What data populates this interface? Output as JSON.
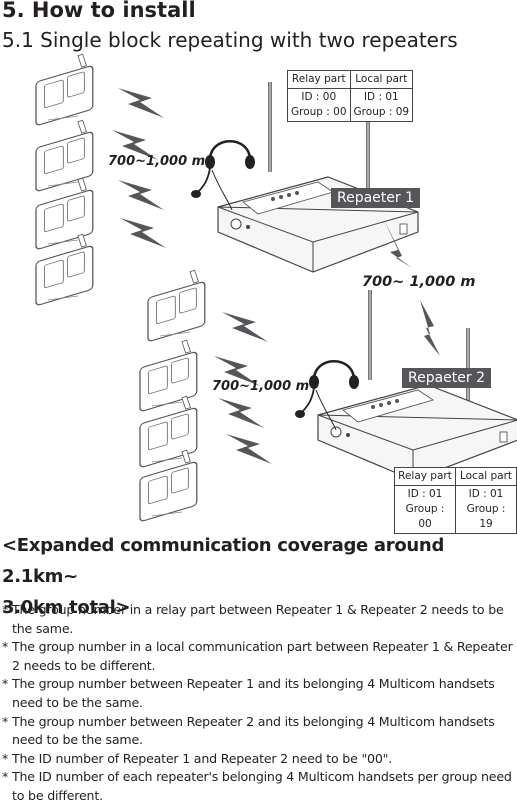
{
  "heading": "5. How to install",
  "subheading": "5.1 Single block repeating with two repeaters",
  "repeater1": {
    "label": "Repaeter 1",
    "table": {
      "headers": [
        "Relay part",
        "Local part"
      ],
      "relay": [
        "ID : 00",
        "Group : 00"
      ],
      "local": [
        "ID : 01",
        "Group : 09"
      ]
    },
    "handset_distance": "700~1,000 m"
  },
  "repeater2": {
    "label": "Repaeter 2",
    "table": {
      "headers": [
        "Relay part",
        "Local part"
      ],
      "relay": [
        "ID : 01",
        "Group : 00"
      ],
      "local": [
        "ID : 01",
        "Group : 19"
      ]
    },
    "handset_distance": "700~1,000 m"
  },
  "link_distance": "700~ 1,000 m",
  "coverage_line1": "<Expanded communication coverage around 2.1km~",
  "coverage_line2": "3.0km total>",
  "notes": [
    "The group number in a relay part between Repeater 1 & Repeater 2 needs to be the same.",
    "The group number in a local communication part between Repeater 1 & Repeater 2 needs to be different.",
    "The group number between Repeater 1 and its belonging 4 Multicom handsets need to be the same.",
    "The group number between Repeater 2 and its belonging 4 Multicom handsets need to be the same.",
    "The ID number of Repeater 1 and Repeater 2 need to be \"00\".",
    "The ID number of each repeater's belonging 4 Multicom handsets per group need to be different."
  ],
  "note_marker": "*"
}
